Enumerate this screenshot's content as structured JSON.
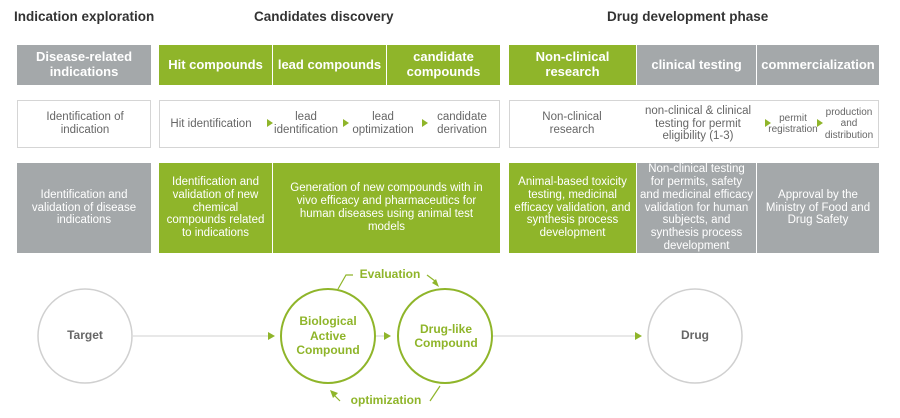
{
  "phases": {
    "exploration": "Indication exploration",
    "discovery": "Candidates discovery",
    "development": "Drug development phase"
  },
  "stages": {
    "disease": "Disease-related indications",
    "hit": "Hit compounds",
    "lead": "lead compounds",
    "candidate": "candidate compounds",
    "nonclinical": "Non-clinical research",
    "clinical": "clinical testing",
    "commercial": "commercialization"
  },
  "steps": {
    "identification": "Identification of indication",
    "hit_id": "Hit identification",
    "lead_id": "lead identification",
    "lead_opt": "lead optimization",
    "cand_deriv": "candidate derivation",
    "nonclin_research": "Non-clinical research",
    "nonclin_clinical": "non-clinical & clinical testing for permit eligibility (1-3)",
    "permit_reg": "permit registration",
    "prod_dist": "production and distribution"
  },
  "descriptions": {
    "disease": "Identification and validation of disease indications",
    "hit": "Identification and validation of new chemical compounds related to indications",
    "lead_candidate": "Generation of new compounds with in vivo efficacy and pharmaceutics for human diseases using animal test models",
    "nonclinical": "Animal-based toxicity testing, medicinal efficacy validation, and synthesis process development",
    "clinical": "Non-clinical testing for permits, safety and medicinal efficacy validation for human subjects, and synthesis process development",
    "commercial": "Approval by the Ministry of Food and Drug Safety"
  },
  "flow": {
    "target": "Target",
    "bio": "Biological Active Compound",
    "druglike": "Drug-like Compound",
    "drug": "Drug",
    "evaluation": "Evaluation",
    "optimization": "optimization"
  },
  "colors": {
    "green": "#8fb52a",
    "gray": "#a4a8aa"
  }
}
